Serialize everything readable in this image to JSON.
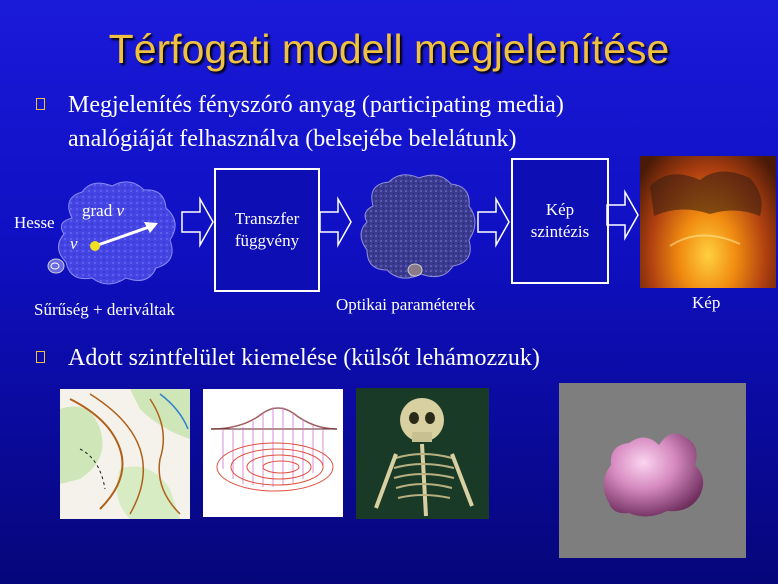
{
  "title": "Térfogati modell megjelenítése",
  "bullets": [
    "Megjelenítés fényszóró anyag (participating media)",
    "analógiáját felhasználva (belsejébe belelátunk)",
    "Adott szintfelület kiemelése (külsőt lehámozzuk)"
  ],
  "diagram": {
    "hesse": "Hesse",
    "grad": "grad ",
    "grad_var": "v",
    "v": "v",
    "density_label": "Sűrűség + deriváltak",
    "transfer_line1": "Transzfer",
    "transfer_line2": "függvény",
    "optical_label": "Optikai paraméterek",
    "synth_line1": "Kép",
    "synth_line2": "szintézis",
    "image_label": "Kép"
  },
  "colors": {
    "title": "#f0c040",
    "background": "#1414c8",
    "cloud": "#3e3ee0"
  }
}
